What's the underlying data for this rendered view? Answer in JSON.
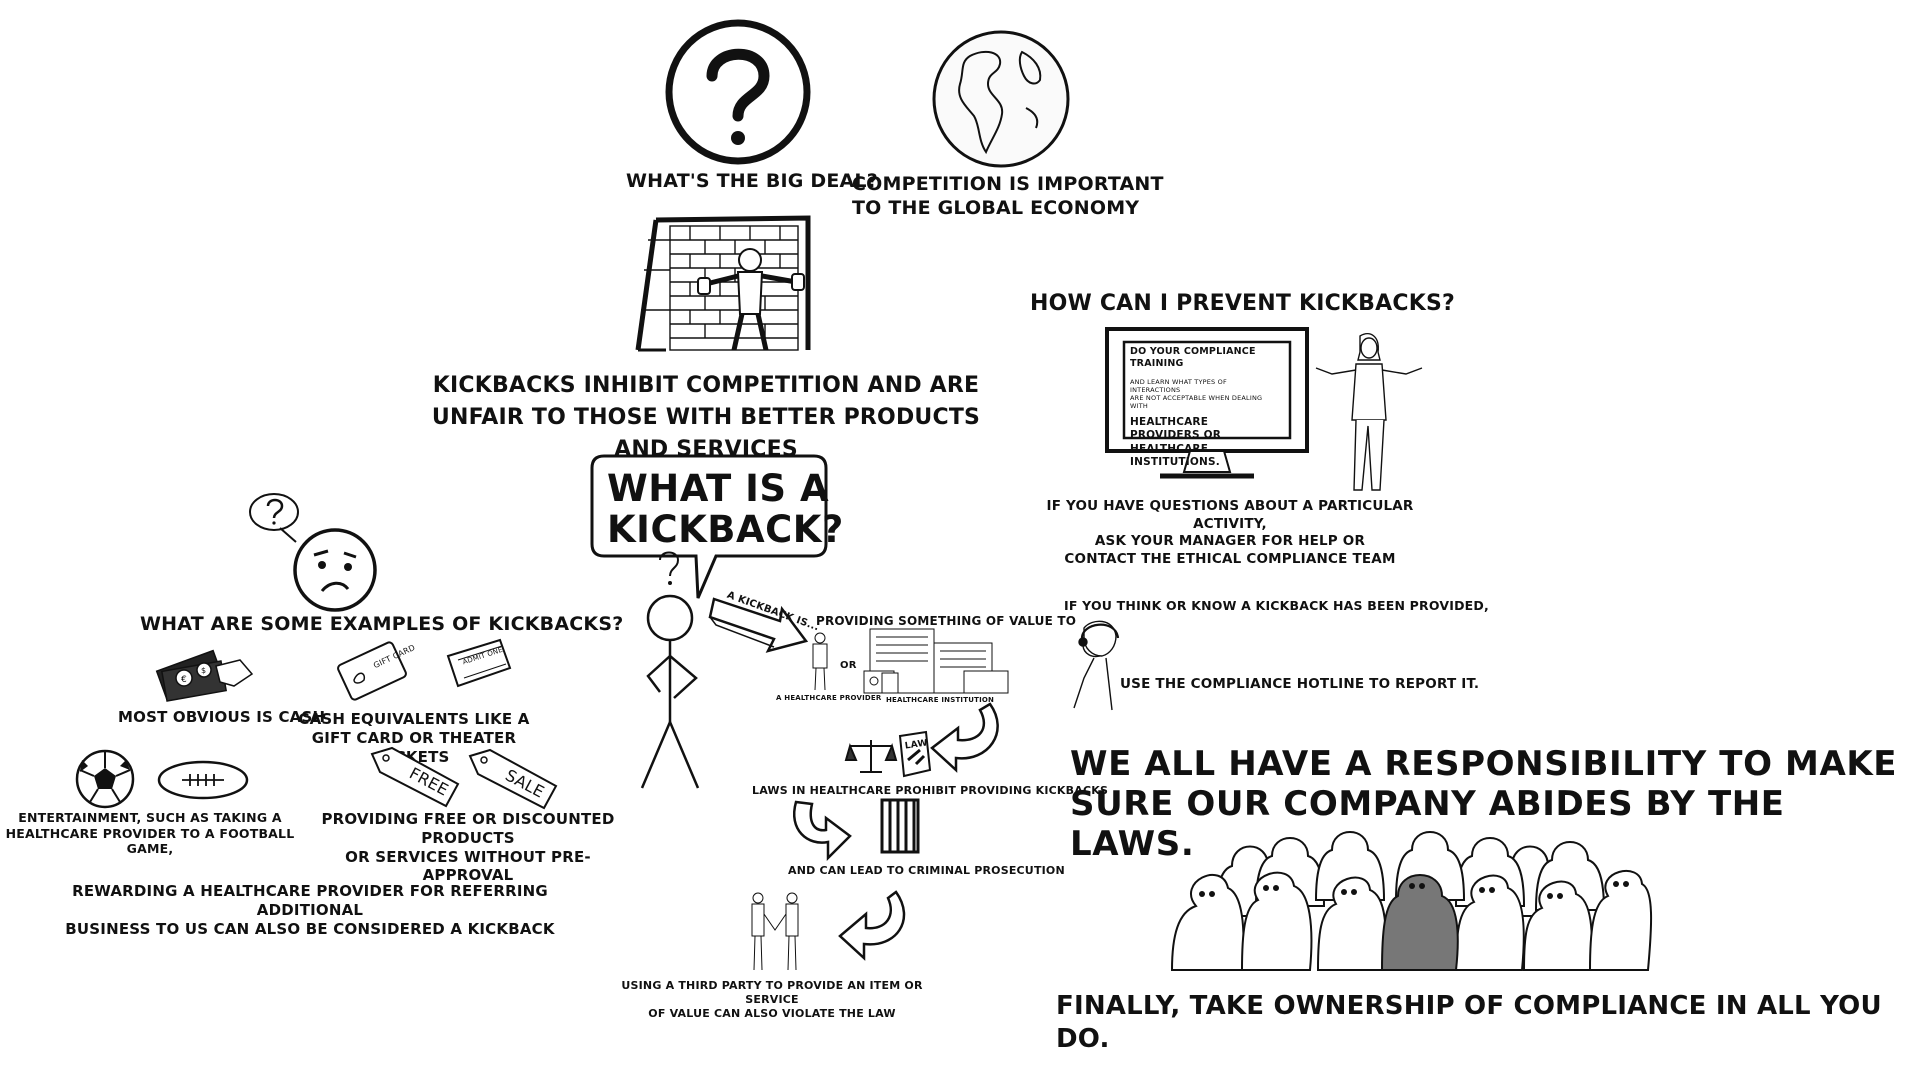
{
  "top": {
    "big_deal": "WHAT'S THE BIG DEAL?",
    "competition_line1": "COMPETITION IS IMPORTANT",
    "competition_line2": "TO THE GLOBAL ECONOMY",
    "inhibit_line1": "KICKBACKS INHIBIT COMPETITION AND ARE",
    "inhibit_line2": "UNFAIR TO THOSE WITH BETTER PRODUCTS AND SERVICES"
  },
  "center": {
    "bubble_line1": "WHAT IS A",
    "bubble_line2": "KICKBACK?",
    "arrow_text": "A KICKBACK IS...",
    "providing": "PROVIDING SOMETHING OF VALUE TO",
    "or": "OR",
    "provider_label": "A HEALTHCARE PROVIDER",
    "institution_label": "HEALTHCARE INSTITUTION",
    "law_sign": "LAW",
    "laws_prohibit": "LAWS IN HEALTHCARE PROHIBIT PROVIDING KICKBACKS",
    "criminal": "AND CAN LEAD TO CRIMINAL PROSECUTION",
    "third_party_line1": "USING A THIRD PARTY TO PROVIDE AN ITEM OR SERVICE",
    "third_party_line2": "OF VALUE CAN ALSO VIOLATE THE LAW"
  },
  "left": {
    "examples_title": "WHAT ARE SOME EXAMPLES OF KICKBACKS?",
    "cash": "MOST OBVIOUS IS CASH",
    "equiv_line1": "CASH EQUIVALENTS LIKE A",
    "equiv_line2": "GIFT CARD OR THEATER TICKETS",
    "gift_card": "GIFT CARD",
    "admit": "ADMIT ONE",
    "ent_line1": "ENTERTAINMENT, SUCH AS TAKING A",
    "ent_line2": "HEALTHCARE PROVIDER TO A FOOTBALL GAME,",
    "free_tag": "FREE",
    "sale_tag": "SALE",
    "free_line1": "PROVIDING FREE OR DISCOUNTED PRODUCTS",
    "free_line2": "OR SERVICES WITHOUT PRE-APPROVAL",
    "reward_line1": "REWARDING A HEALTHCARE PROVIDER FOR REFERRING ADDITIONAL",
    "reward_line2": "BUSINESS TO US CAN ALSO BE CONSIDERED A KICKBACK"
  },
  "right": {
    "prevent_title": "HOW CAN I PREVENT KICKBACKS?",
    "monitor_line1": "DO YOUR COMPLIANCE TRAINING",
    "monitor_line2": "AND LEARN WHAT TYPES OF INTERACTIONS",
    "monitor_line3": "ARE NOT ACCEPTABLE WHEN DEALING WITH",
    "monitor_line4": "HEALTHCARE PROVIDERS OR",
    "monitor_line5": "HEALTHCARE INSTITUTIONS.",
    "questions_line1": "IF YOU HAVE QUESTIONS ABOUT A PARTICULAR ACTIVITY,",
    "questions_line2": "ASK YOUR MANAGER FOR HELP OR",
    "questions_line3": "CONTACT THE ETHICAL COMPLIANCE TEAM",
    "think_know": "IF YOU THINK OR KNOW A KICKBACK HAS BEEN PROVIDED,",
    "hotline": "USE THE COMPLIANCE HOTLINE TO REPORT IT.",
    "resp_line1": "WE ALL HAVE A RESPONSIBILITY TO MAKE",
    "resp_line2": "SURE OUR COMPANY ABIDES BY THE LAWS.",
    "finally": "FINALLY, TAKE OWNERSHIP OF COMPLIANCE IN ALL YOU DO."
  }
}
